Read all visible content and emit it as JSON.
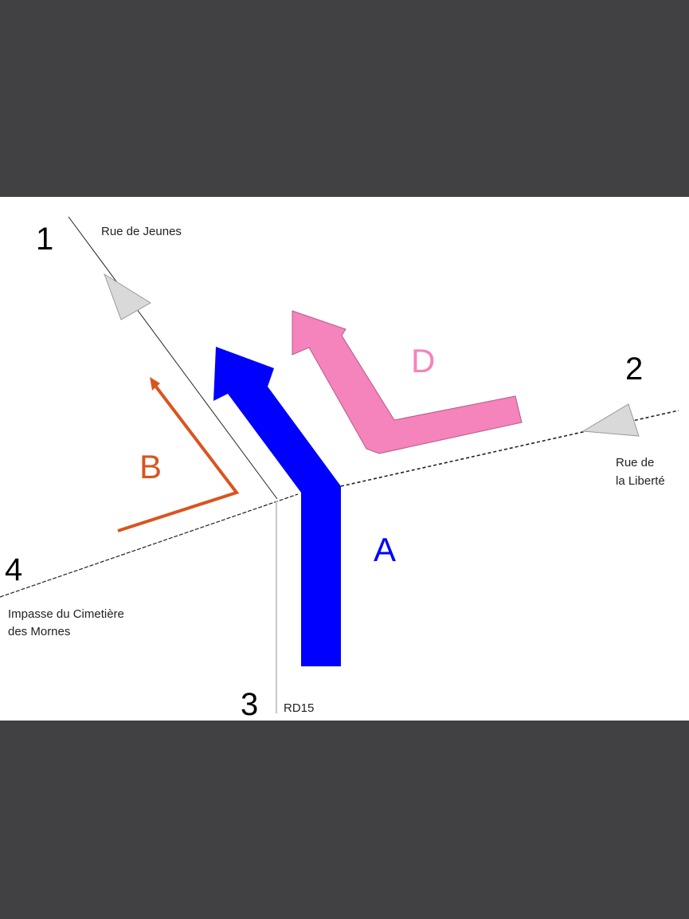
{
  "diagram": {
    "colors": {
      "background": "#414143",
      "panel": "#ffffff",
      "road_line": "#222222",
      "road_rd15": "#c8c8c8",
      "direction_arrow": "#d9d9d9",
      "movement_a": "#0000ff",
      "movement_b": "#d9541f",
      "movement_d": "#f484bb"
    },
    "branches": [
      {
        "number": "1",
        "road": "Rue de Jeunes"
      },
      {
        "number": "2",
        "road_line1": "Rue de",
        "road_line2": "la Liberté"
      },
      {
        "number": "3",
        "road": "RD15"
      },
      {
        "number": "4",
        "road_line1": "Impasse du Cimetière",
        "road_line2": "des Mornes"
      }
    ],
    "movements": [
      {
        "label": "A",
        "color": "#0000ff"
      },
      {
        "label": "B",
        "color": "#d9541f"
      },
      {
        "label": "D",
        "color": "#f484bb"
      }
    ]
  }
}
